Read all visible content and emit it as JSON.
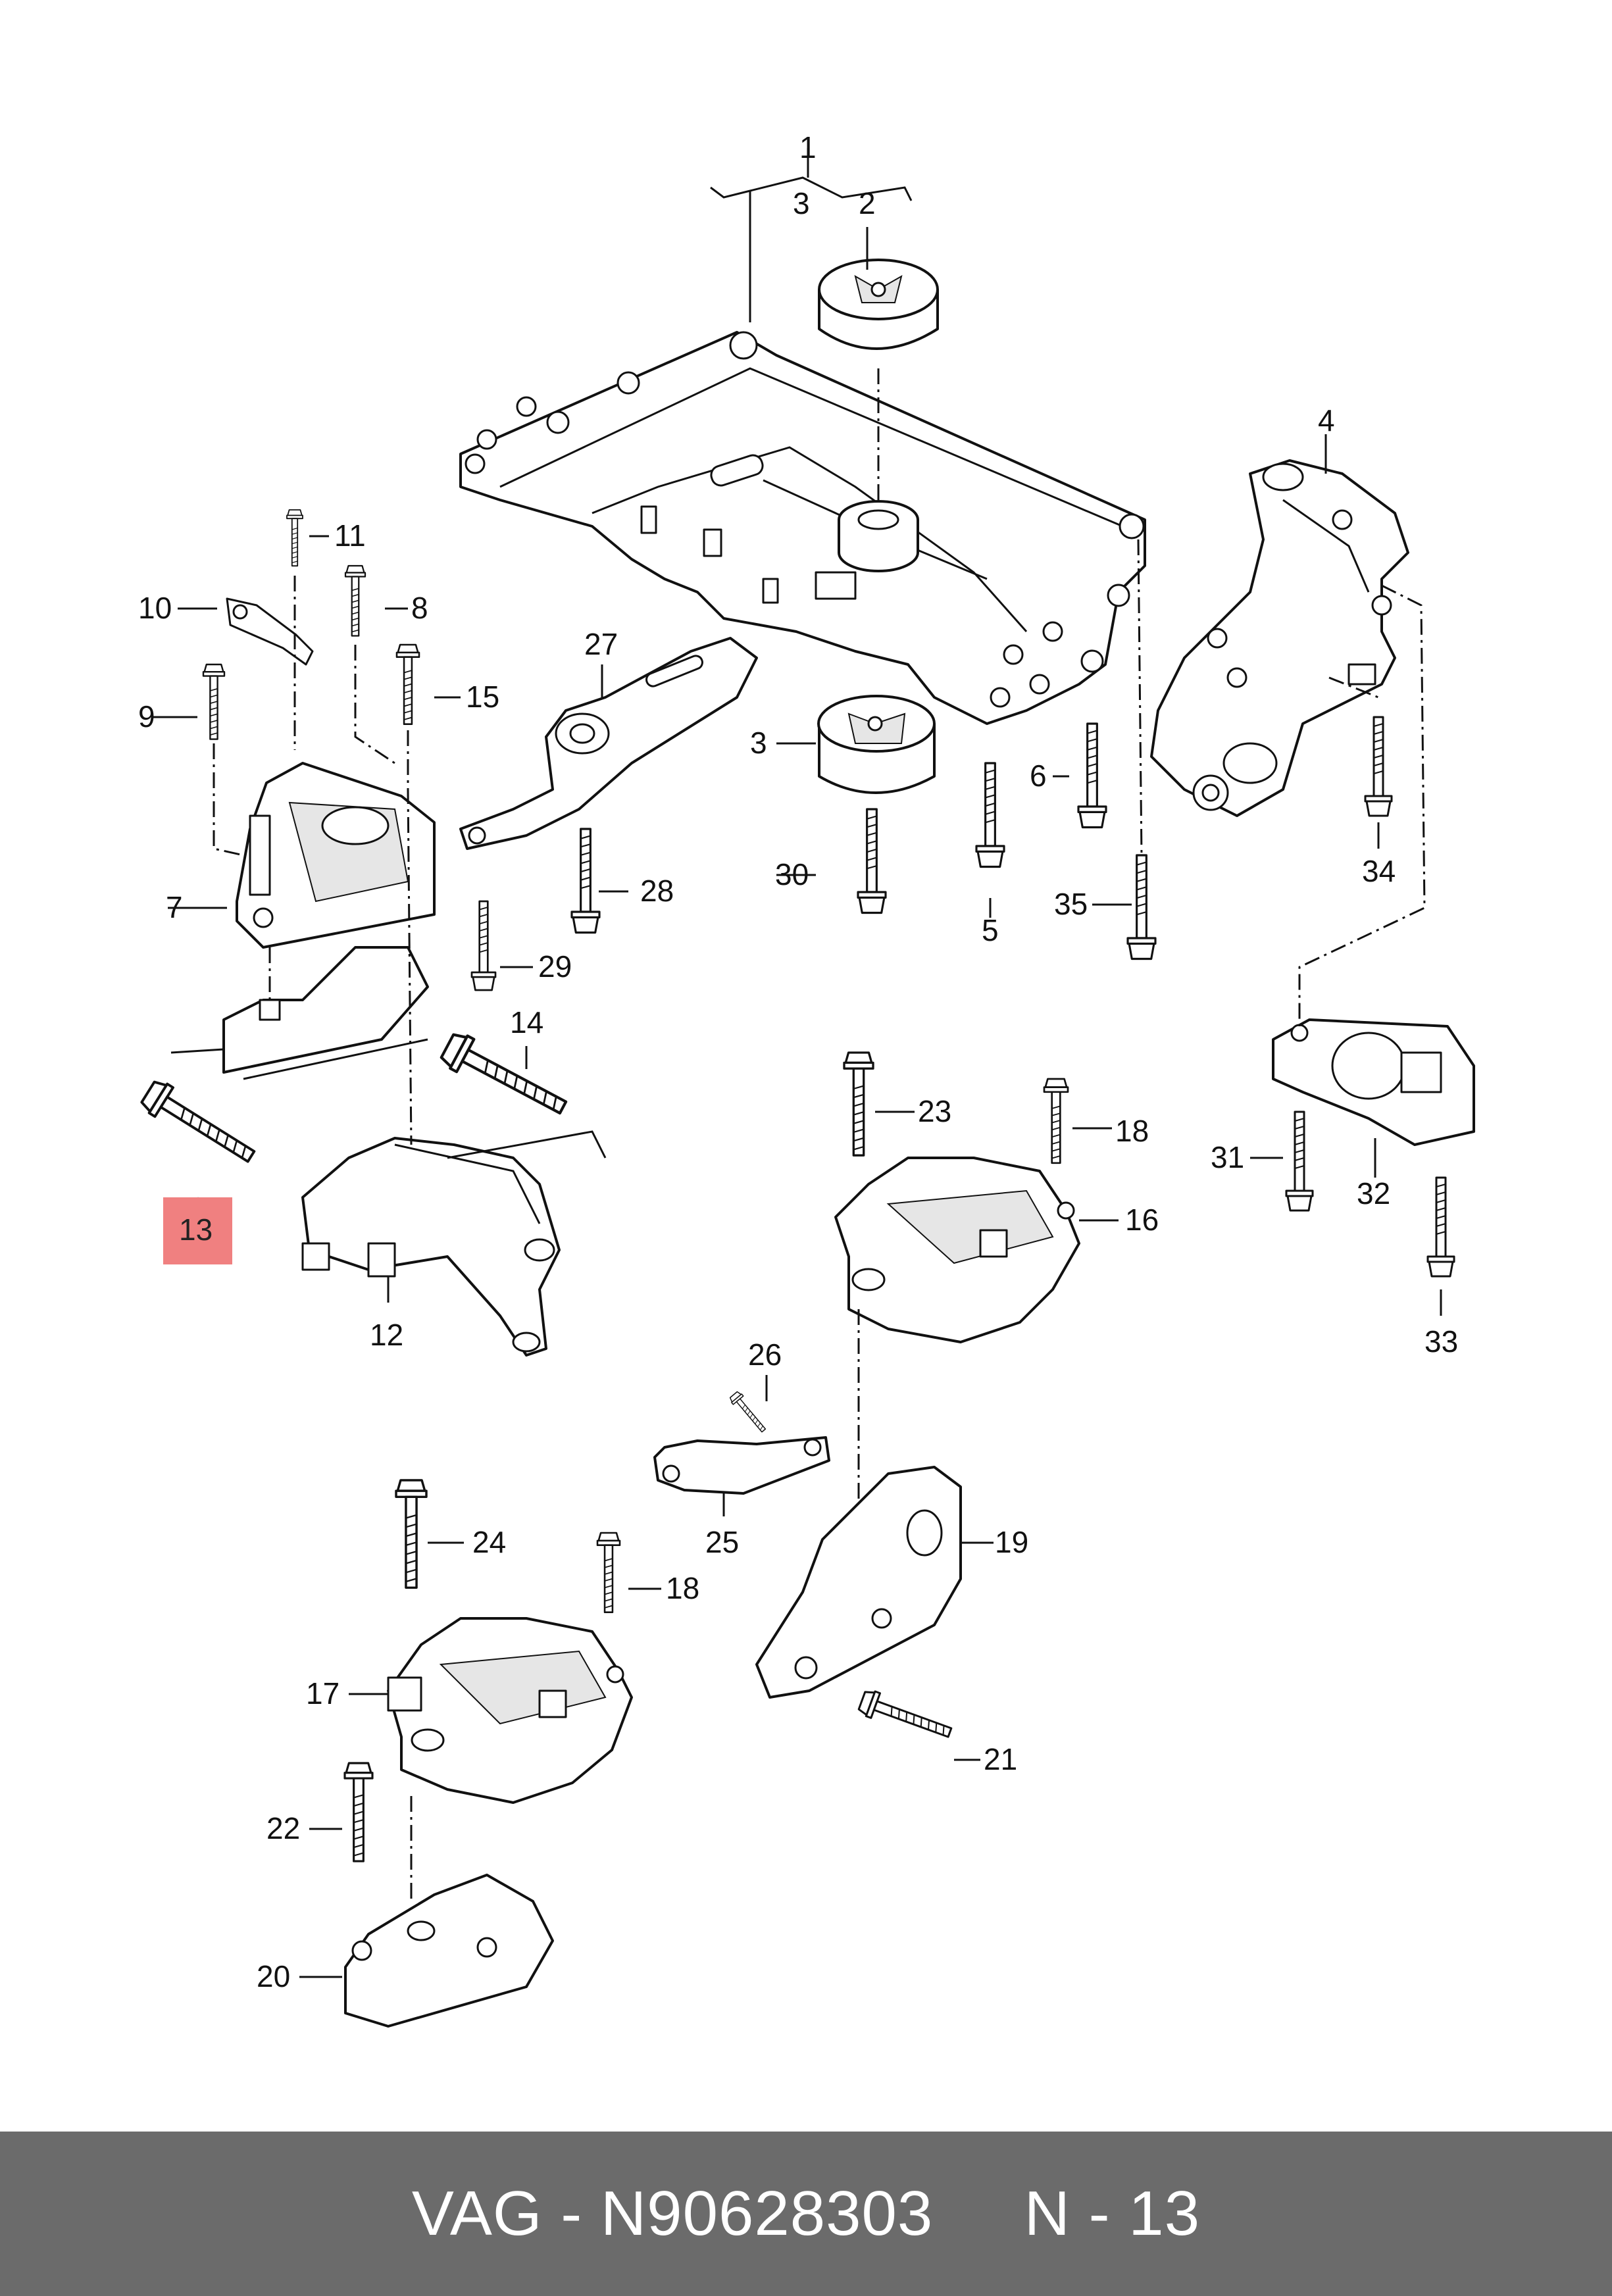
{
  "labels": {
    "l1": "1",
    "l2": "2",
    "l3a": "3",
    "l3b": "3",
    "l4": "4",
    "l5": "5",
    "l6": "6",
    "l7": "7",
    "l8": "8",
    "l9": "9",
    "l10": "10",
    "l11": "11",
    "l12": "12",
    "l13": "13",
    "l14": "14",
    "l15": "15",
    "l16": "16",
    "l17": "17",
    "l18a": "18",
    "l18b": "18",
    "l19": "19",
    "l20": "20",
    "l21": "21",
    "l22": "22",
    "l23": "23",
    "l24": "24",
    "l25": "25",
    "l26": "26",
    "l27": "27",
    "l28": "28",
    "l29": "29",
    "l30": "30",
    "l31": "31",
    "l32": "32",
    "l33": "33",
    "l34": "34",
    "l35": "35"
  },
  "highlight": {
    "label": "13",
    "color": "#f08080"
  },
  "footer": {
    "text": "VAG - N90628303     N - 13",
    "background": "#6b6b6b"
  }
}
